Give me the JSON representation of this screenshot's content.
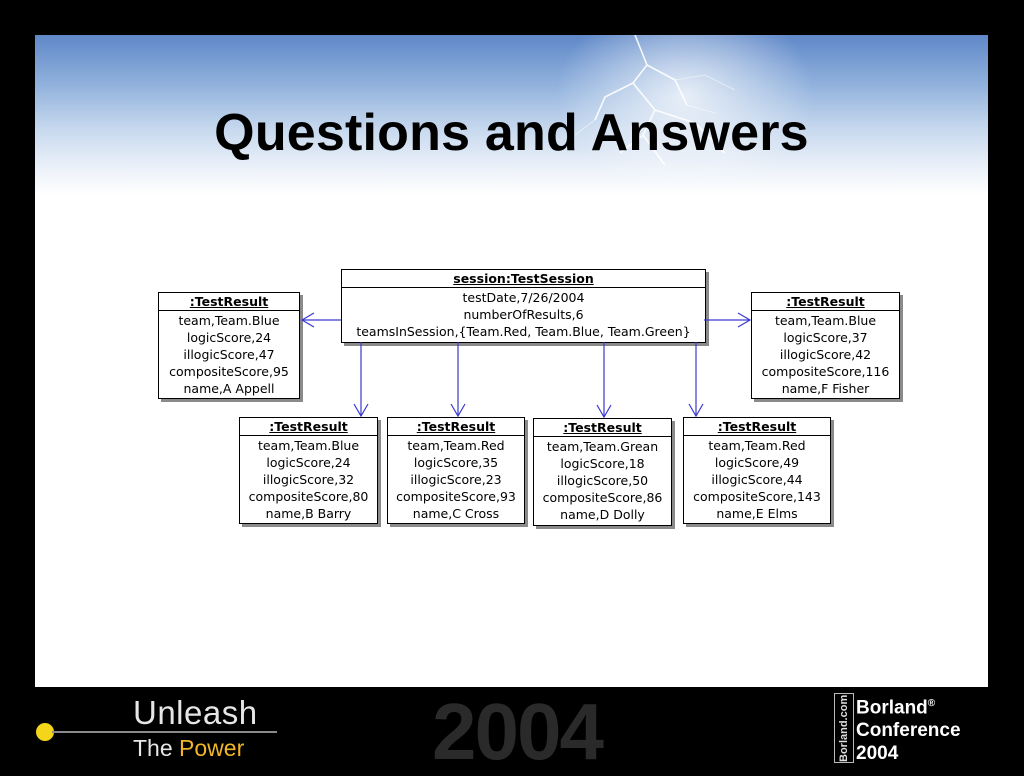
{
  "slide": {
    "title": "Questions and Answers"
  },
  "diagram": {
    "session": {
      "header": "session:TestSession",
      "rows": [
        "testDate,7/26/2004",
        "numberOfResults,6",
        "teamsInSession,{Team.Red, Team.Blue, Team.Green}"
      ]
    },
    "results": [
      {
        "header": ":TestResult",
        "rows": [
          "team,Team.Blue",
          "logicScore,24",
          "illogicScore,47",
          "compositeScore,95",
          "name,A Appell"
        ]
      },
      {
        "header": ":TestResult",
        "rows": [
          "team,Team.Blue",
          "logicScore,37",
          "illogicScore,42",
          "compositeScore,116",
          "name,F Fisher"
        ]
      },
      {
        "header": ":TestResult",
        "rows": [
          "team,Team.Blue",
          "logicScore,24",
          "illogicScore,32",
          "compositeScore,80",
          "name,B Barry"
        ]
      },
      {
        "header": ":TestResult",
        "rows": [
          "team,Team.Red",
          "logicScore,35",
          "illogicScore,23",
          "compositeScore,93",
          "name,C Cross"
        ]
      },
      {
        "header": ":TestResult",
        "rows": [
          "team,Team.Grean",
          "logicScore,18",
          "illogicScore,50",
          "compositeScore,86",
          "name,D Dolly"
        ]
      },
      {
        "header": ":TestResult",
        "rows": [
          "team,Team.Red",
          "logicScore,49",
          "illogicScore,44",
          "compositeScore,143",
          "name,E Elms"
        ]
      }
    ],
    "colors": {
      "arrow": "#3a3ad0",
      "border": "#000000",
      "shadow": "#8a8a8a"
    }
  },
  "footer": {
    "tagline_1": "Unleash",
    "tagline_2_prefix": "The ",
    "tagline_2_accent": "Power",
    "year": "2004",
    "brand_mark": "Borland.com",
    "brand_line_1": "Borland",
    "brand_registered": "®",
    "brand_line_2": "Conference",
    "brand_line_3": "2004",
    "colors": {
      "accent": "#f0b62a",
      "dot": "#f5d51a"
    }
  }
}
